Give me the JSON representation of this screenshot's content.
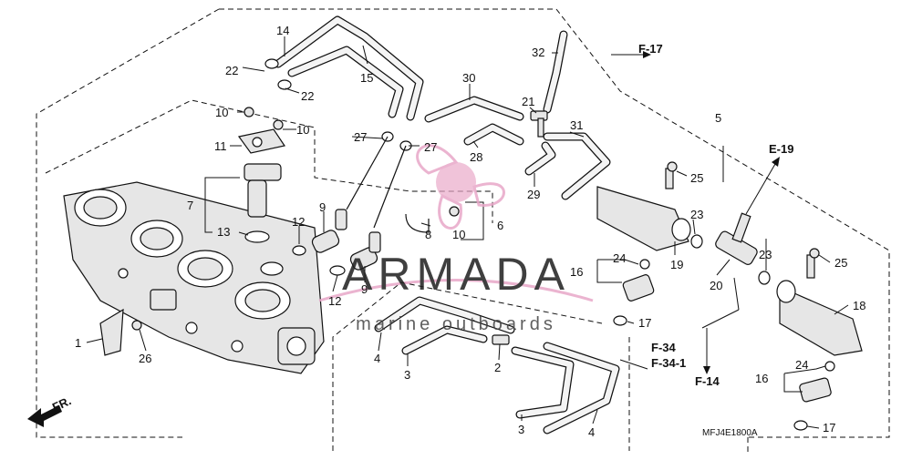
{
  "diagram": {
    "drawing_code": "MFJ4E1800A",
    "front_indicator": "FR.",
    "references": {
      "f17": "F-17",
      "e19": "E-19",
      "f34": "F-34",
      "f341": "F-34-1",
      "f14": "F-14"
    },
    "callouts": {
      "c1": "1",
      "c2": "2",
      "c3a": "3",
      "c3b": "3",
      "c4a": "4",
      "c4b": "4",
      "c5": "5",
      "c6": "6",
      "c7": "7",
      "c8": "8",
      "c9a": "9",
      "c9b": "9",
      "c10a": "10",
      "c10b": "10",
      "c10c": "10",
      "c11": "11",
      "c12a": "12",
      "c12b": "12",
      "c13": "13",
      "c14": "14",
      "c15": "15",
      "c16a": "16",
      "c16b": "16",
      "c17a": "17",
      "c17b": "17",
      "c18": "18",
      "c19": "19",
      "c20": "20",
      "c21": "21",
      "c22a": "22",
      "c22b": "22",
      "c23a": "23",
      "c23b": "23",
      "c24a": "24",
      "c24b": "24",
      "c25a": "25",
      "c25b": "25",
      "c26": "26",
      "c27a": "27",
      "c27b": "27",
      "c28": "28",
      "c29": "29",
      "c30": "30",
      "c31": "31",
      "c32": "32"
    },
    "watermark": {
      "brand": "ARMADA",
      "tagline": "marine outboards",
      "color": "#e8a7c8"
    }
  }
}
